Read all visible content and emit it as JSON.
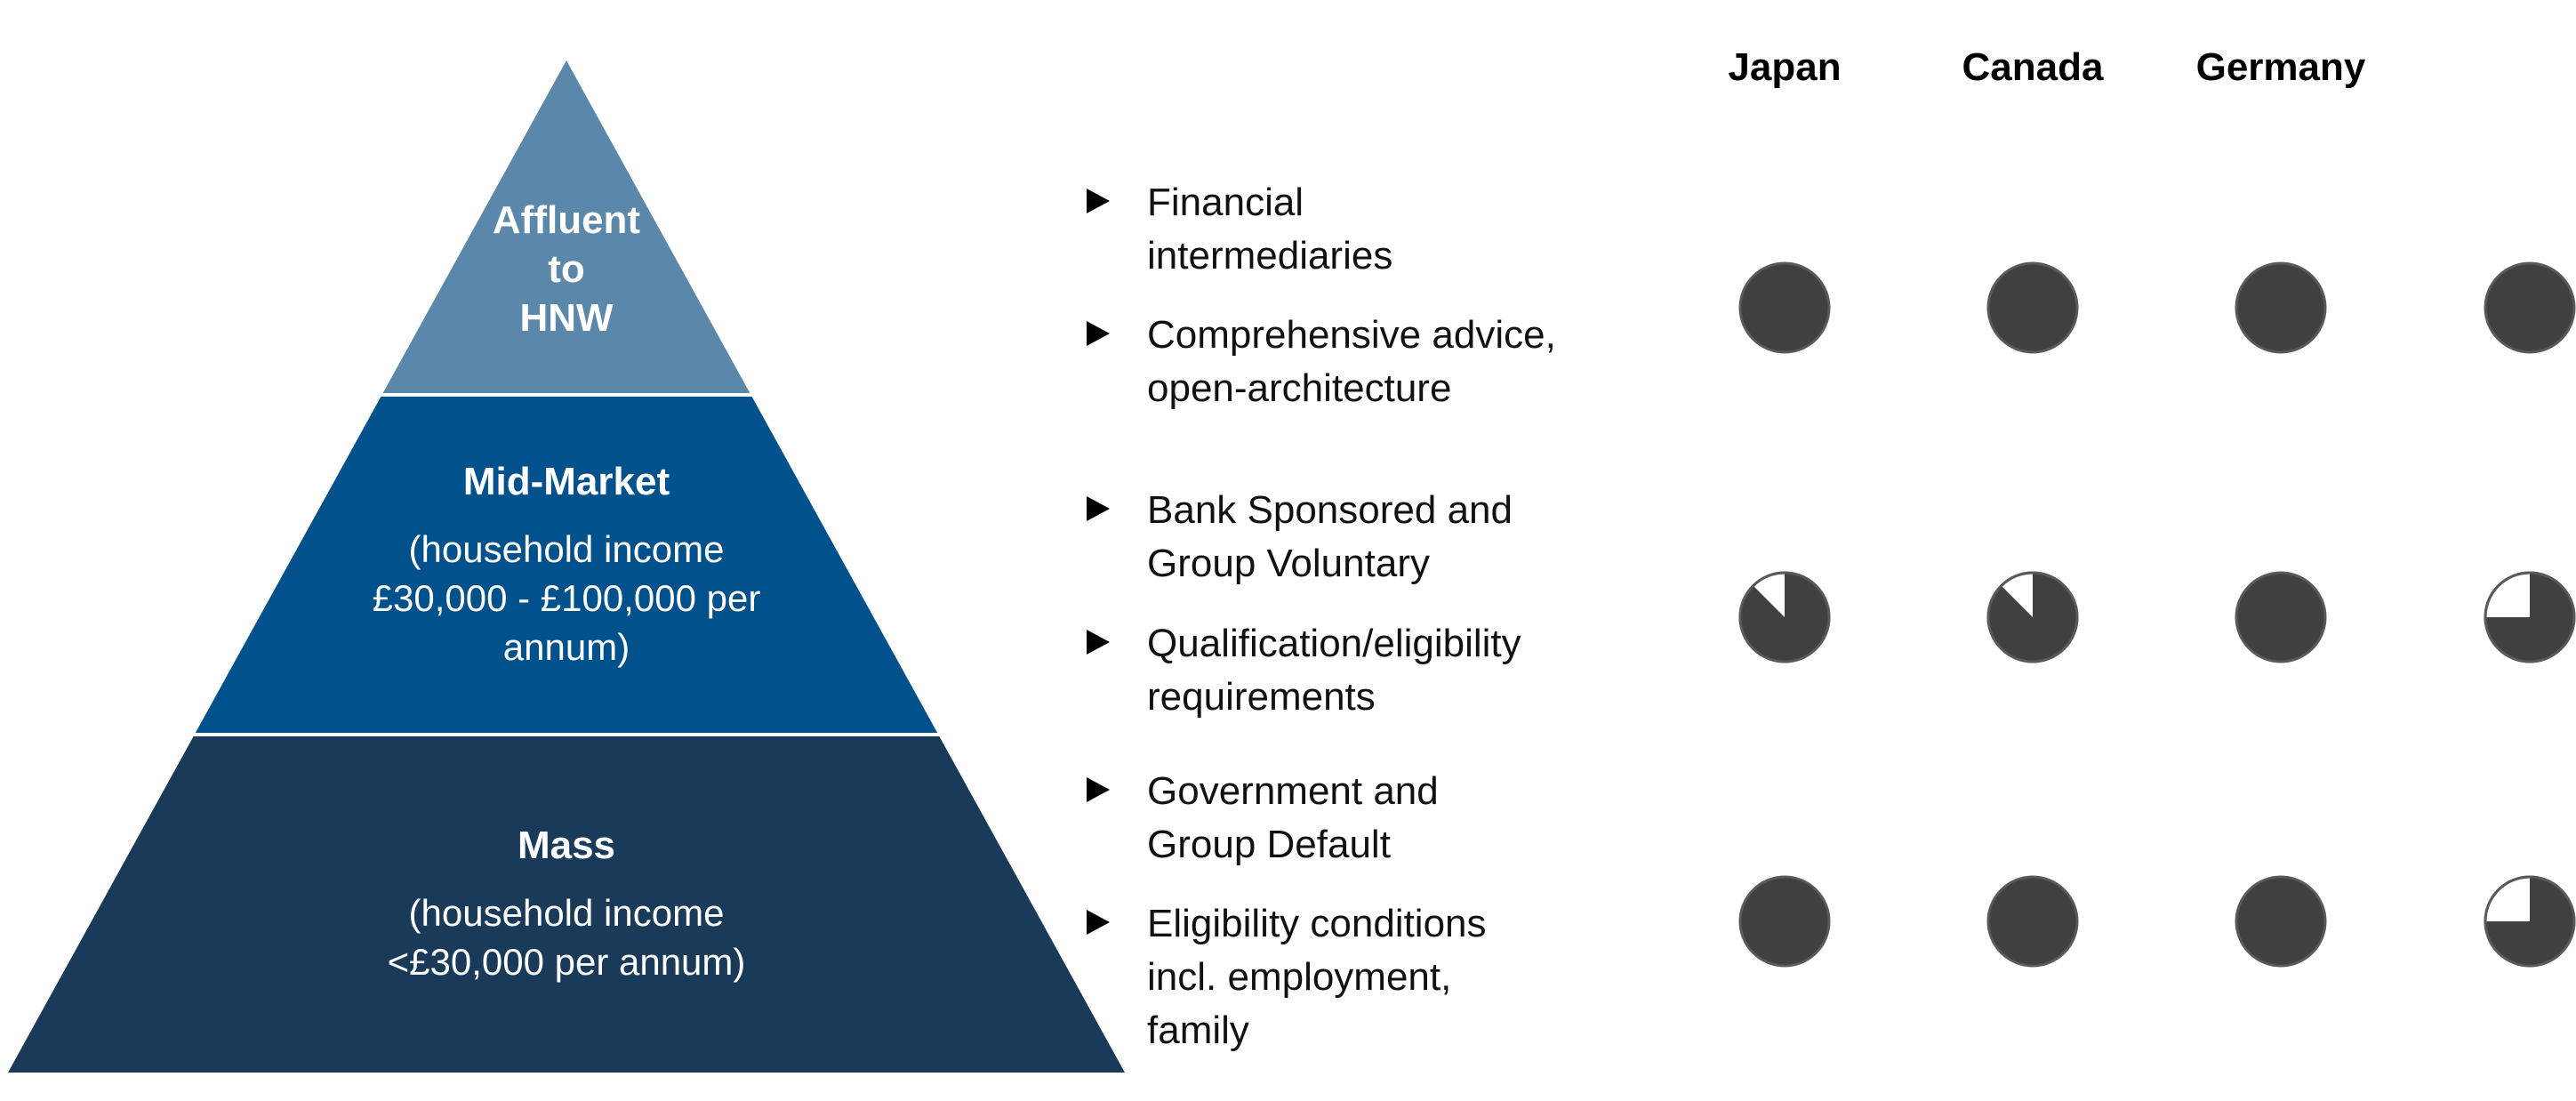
{
  "countries": [
    "Japan",
    "Canada",
    "Germany"
  ],
  "tiers": [
    {
      "id": "affluent",
      "title_lines": [
        "Affluent",
        "to",
        "HNW"
      ],
      "subtitle_lines": [],
      "color": "#5b87ab",
      "bullets": [
        {
          "lines": [
            "Financial",
            "intermediaries"
          ]
        },
        {
          "lines": [
            "Comprehensive advice,",
            "open-architecture"
          ]
        }
      ],
      "ratings": [
        1,
        1,
        1,
        1
      ]
    },
    {
      "id": "mid-market",
      "title_lines": [
        "Mid-Market"
      ],
      "subtitle_lines": [
        "(household income",
        "£30,000 - £100,000  per",
        "annum)"
      ],
      "color": "#00518c",
      "bullets": [
        {
          "lines": [
            "Bank Sponsored and",
            "Group Voluntary"
          ]
        },
        {
          "lines": [
            "Qualification/eligibility",
            "requirements"
          ]
        }
      ],
      "ratings": [
        0.875,
        0.875,
        1,
        0.75
      ]
    },
    {
      "id": "mass",
      "title_lines": [
        "Mass"
      ],
      "subtitle_lines": [
        "(household income",
        "<£30,000 per annum)"
      ],
      "color": "#1a3a5a",
      "bullets": [
        {
          "lines": [
            "Government and",
            "Group Default"
          ]
        },
        {
          "lines": [
            "Eligibility conditions",
            "incl. employment,",
            "family"
          ]
        }
      ],
      "ratings": [
        1,
        1,
        1,
        0.75
      ]
    }
  ],
  "colors": {
    "harvey_fill": "#404040",
    "harvey_stroke": "#595959",
    "harvey_empty": "#ffffff",
    "text": "#111111"
  },
  "icons": {
    "bullet": "triangle-right-icon",
    "rating": "harvey-ball-icon"
  }
}
